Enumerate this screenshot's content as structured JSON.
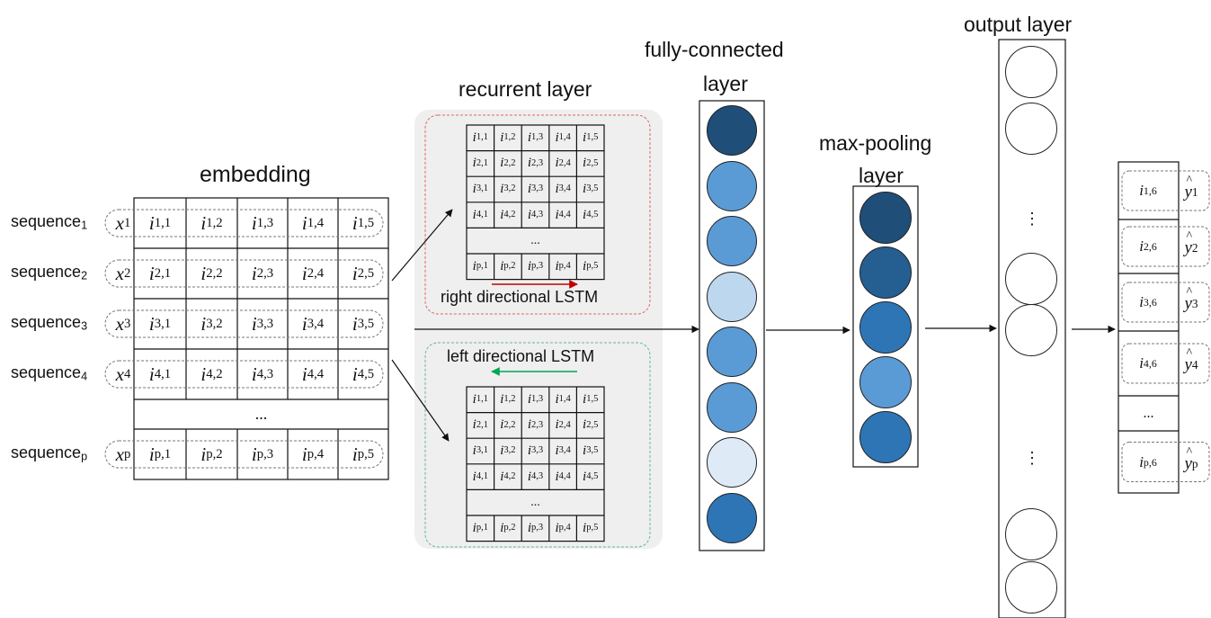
{
  "titles": {
    "embedding": "embedding",
    "recurrent": "recurrent layer",
    "fully_connected_1": "fully-connected",
    "fully_connected_2": "layer",
    "max_pooling_1": "max-pooling",
    "max_pooling_2": "layer",
    "output": "output layer"
  },
  "sequences": [
    {
      "word": "sequence",
      "sub": "1"
    },
    {
      "word": "sequence",
      "sub": "2"
    },
    {
      "word": "sequence",
      "sub": "3"
    },
    {
      "word": "sequence",
      "sub": "4"
    },
    {
      "word": "sequence",
      "sub": "p"
    }
  ],
  "embedding_rows": [
    {
      "x": "x",
      "xs": "1",
      "row": "1"
    },
    {
      "x": "x",
      "xs": "2",
      "row": "2"
    },
    {
      "x": "x",
      "xs": "3",
      "row": "3"
    },
    {
      "x": "x",
      "xs": "4",
      "row": "4"
    },
    {
      "x": "x",
      "xs": "p",
      "row": "p"
    }
  ],
  "columns": [
    "1",
    "2",
    "3",
    "4",
    "5"
  ],
  "ellipsis": "...",
  "vdots": "⋮",
  "lstm": {
    "right": "right directional LSTM",
    "left": "left directional LSTM",
    "right_arrow_color": "#c00000",
    "left_arrow_color": "#00a651"
  },
  "fc_colors": [
    "#1f4e79",
    "#5b9bd5",
    "#5b9bd5",
    "#bdd7ee",
    "#5b9bd5",
    "#5b9bd5",
    "#deebf7",
    "#2e75b6"
  ],
  "mp_colors": [
    "#1f4e79",
    "#255e91",
    "#2e75b6",
    "#5b9bd5",
    "#2e75b6"
  ],
  "outputs": [
    {
      "i": "i",
      "row": "1",
      "col": "6",
      "y": "y",
      "ys": "1"
    },
    {
      "i": "i",
      "row": "2",
      "col": "6",
      "y": "y",
      "ys": "2"
    },
    {
      "i": "i",
      "row": "3",
      "col": "6",
      "y": "y",
      "ys": "3"
    },
    {
      "i": "i",
      "row": "4",
      "col": "6",
      "y": "y",
      "ys": "4"
    },
    {
      "i": "i",
      "row": "p",
      "col": "6",
      "y": "y",
      "ys": "p"
    }
  ],
  "hat": "^"
}
